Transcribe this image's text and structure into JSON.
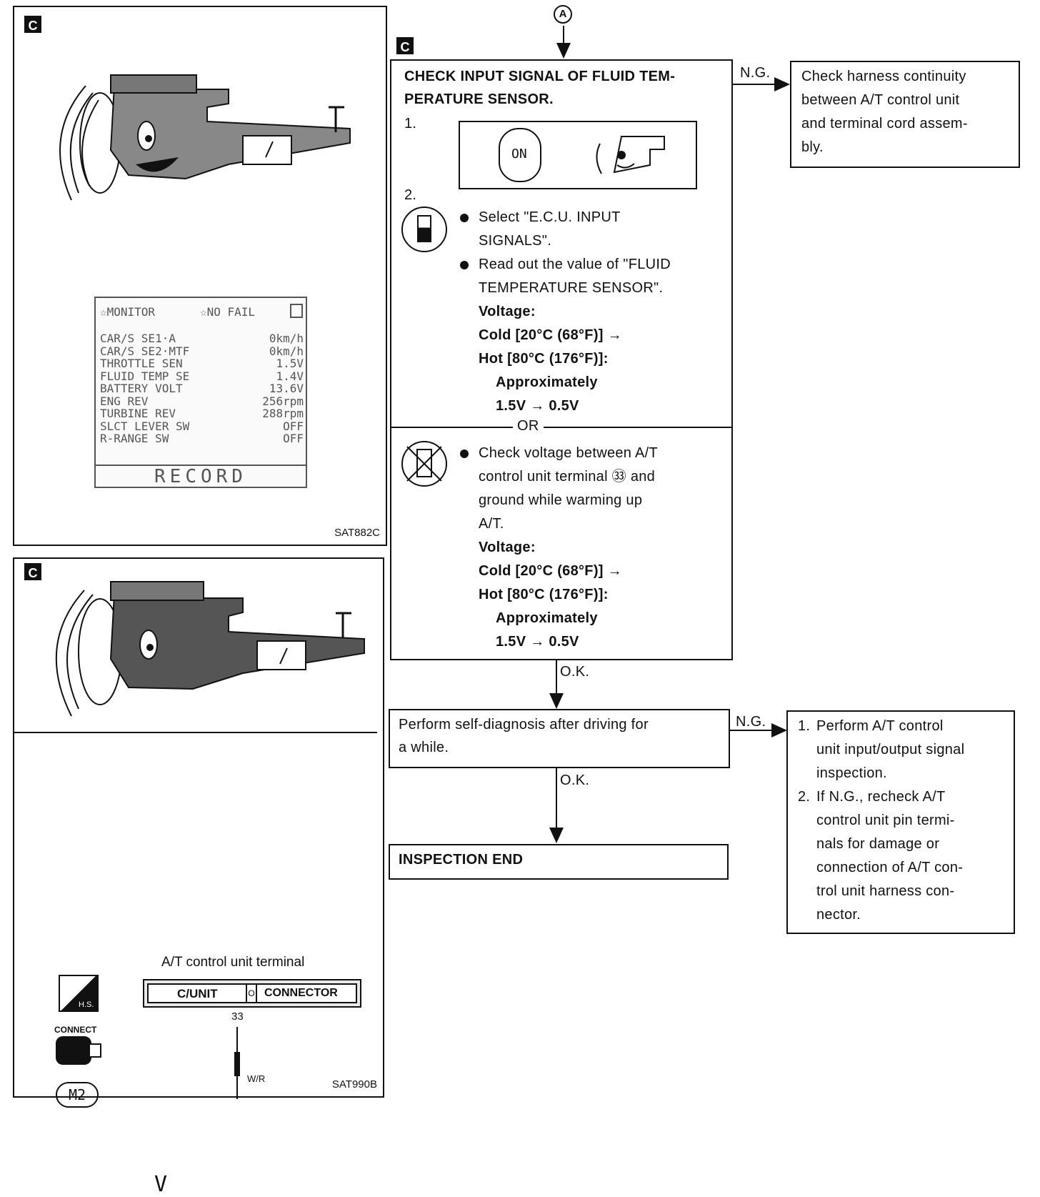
{
  "badge": "C",
  "connector_a": "A",
  "panel1": {
    "monitor": {
      "header_left": "☆MONITOR",
      "header_right": "☆NO FAIL",
      "rows": [
        {
          "label": "CAR/S SE1·A",
          "value": "0km/h"
        },
        {
          "label": "CAR/S SE2·MTF",
          "value": "0km/h"
        },
        {
          "label": "THROTTLE SEN",
          "value": "1.5V"
        },
        {
          "label": "FLUID TEMP SE",
          "value": "1.4V"
        },
        {
          "label": "BATTERY VOLT",
          "value": "13.6V"
        },
        {
          "label": "ENG REV",
          "value": "256rpm"
        },
        {
          "label": "TURBINE REV",
          "value": "288rpm"
        },
        {
          "label": "SLCT LEVER SW",
          "value": "OFF"
        },
        {
          "label": "R-RANGE SW",
          "value": "OFF"
        }
      ],
      "record": "RECORD"
    },
    "code": "SAT882C"
  },
  "panel2": {
    "terminal_title": "A/T control unit terminal",
    "cunit": "C/UNIT",
    "connector": "CONNECTOR",
    "pin": "33",
    "wire": "W/R",
    "voltmeter": "V",
    "hs": "H.S.",
    "connect": "CONNECT",
    "connector_id": "M2",
    "code": "SAT990B"
  },
  "step1": {
    "title_line1": "CHECK INPUT SIGNAL OF FLUID TEM-",
    "title_line2": "PERATURE SENSOR.",
    "n1": "1.",
    "key_on": "ON",
    "n2": "2.",
    "consult": {
      "b1_line1": "Select \"E.C.U. INPUT",
      "b1_line2": "SIGNALS\".",
      "b2_line1": "Read out the value of \"FLUID",
      "b2_line2": "TEMPERATURE SENSOR\".",
      "voltage": "Voltage:",
      "cold": "Cold [20°C (68°F)] →",
      "hot": "Hot [80°C (176°F)]:",
      "approx": "Approximately",
      "range": "1.5V → 0.5V"
    },
    "or": "OR",
    "manual": {
      "b1_line1": "Check voltage between A/T",
      "b1_line2": "control unit terminal ㉝ and",
      "b1_line3": "ground while warming up",
      "b1_line4": "A/T.",
      "voltage": "Voltage:",
      "cold": "Cold [20°C (68°F)] →",
      "hot": "Hot [80°C (176°F)]:",
      "approx": "Approximately",
      "range": "1.5V → 0.5V"
    }
  },
  "ng1": {
    "label": "N.G.",
    "line1": "Check harness continuity",
    "line2": "between A/T control unit",
    "line3": "and terminal cord assem-",
    "line4": "bly."
  },
  "ok1": "O.K.",
  "step2": {
    "line1": "Perform self-diagnosis after driving for",
    "line2": "a while."
  },
  "ng2": {
    "label": "N.G.",
    "i1_num": "1.",
    "i1_line1": "Perform A/T control",
    "i1_line2": "unit input/output signal",
    "i1_line3": "inspection.",
    "i2_num": "2.",
    "i2_line1": "If N.G., recheck A/T",
    "i2_line2": "control unit pin termi-",
    "i2_line3": "nals for damage or",
    "i2_line4": "connection of A/T con-",
    "i2_line5": "trol unit harness con-",
    "i2_line6": "nector."
  },
  "ok2": "O.K.",
  "end": "INSPECTION END"
}
